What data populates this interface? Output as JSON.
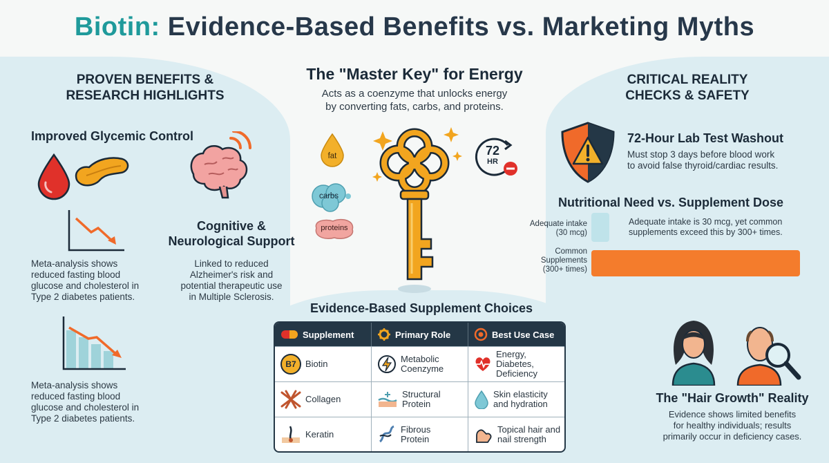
{
  "title": {
    "accent": "Biotin:",
    "rest": "Evidence-Based Benefits vs. Marketing Myths"
  },
  "left": {
    "heading_line1": "PROVEN BENEFITS &",
    "heading_line2": "RESEARCH HIGHLIGHTS",
    "glycemic_title": "Improved Glycemic Control",
    "meta1": [
      "Meta-analysis shows",
      "reduced fasting blood",
      "glucose and cholesterol in",
      "Type 2 diabetes patients."
    ],
    "meta2": [
      "Meta-analysis shows",
      "reduced fasting blood",
      "glucose and cholesterol in",
      "Type 2 diabetes patients."
    ],
    "cognitive_title_line1": "Cognitive &",
    "cognitive_title_line2": "Neurological Support",
    "cognitive_text": [
      "Linked to reduced",
      "Alzheimer's risk and",
      "potential therapeutic use",
      "in Multiple Sclerosis."
    ]
  },
  "center": {
    "heading": "The \"Master Key\" for Energy",
    "subtitle_line1": "Acts as a coenzyme that unlocks energy",
    "subtitle_line2": "by converting fats, carbs, and proteins.",
    "drops": {
      "fat": "fat",
      "carbs": "carbs",
      "proteins": "proteins"
    },
    "clock": {
      "number": "72",
      "unit": "HR"
    },
    "table_title": "Evidence-Based Supplement Choices",
    "table": {
      "headers": [
        "Supplement",
        "Primary Role",
        "Best Use Case"
      ],
      "rows": [
        {
          "supplement": "Biotin",
          "role": [
            "Metabolic",
            "Coenzyme"
          ],
          "use": [
            "Energy,",
            "Diabetes,",
            "Deficiency"
          ],
          "badge": "B7"
        },
        {
          "supplement": "Collagen",
          "role": [
            "Structural",
            "Protein"
          ],
          "use": [
            "Skin elasticity",
            "and hydration"
          ]
        },
        {
          "supplement": "Keratin",
          "role": [
            "Fibrous",
            "Protein"
          ],
          "use": [
            "Topical hair and",
            "nail strength"
          ]
        }
      ]
    }
  },
  "right": {
    "heading_line1": "CRITICAL REALITY",
    "heading_line2": "CHECKS & SAFETY",
    "washout_title": "72-Hour Lab Test Washout",
    "washout_text": [
      "Must stop 3 days before blood work",
      "to avoid false thyroid/cardiac results."
    ],
    "need_title": "Nutritional Need vs. Supplement Dose",
    "bars": [
      {
        "label": [
          "Adequate intake",
          "(30 mcg)"
        ],
        "value": 30,
        "color": "#bfe3ea"
      },
      {
        "label": [
          "Common",
          "Supplements",
          "(300+ times)"
        ],
        "value": 9000,
        "color": "#f47c2c"
      }
    ],
    "bar_note": [
      "Adequate intake is 30 mcg, yet common",
      "supplements exceed this by 300+ times."
    ],
    "hair_title": "The \"Hair Growth\" Reality",
    "hair_text": [
      "Evidence shows limited benefits",
      "for healthy individuals; results",
      "primarily occur in deficiency cases."
    ]
  },
  "colors": {
    "accent": "#1f9a9b",
    "navy": "#243746",
    "orange": "#f47c2c",
    "gold": "#f2a51f",
    "panel": "#dcedf2"
  }
}
